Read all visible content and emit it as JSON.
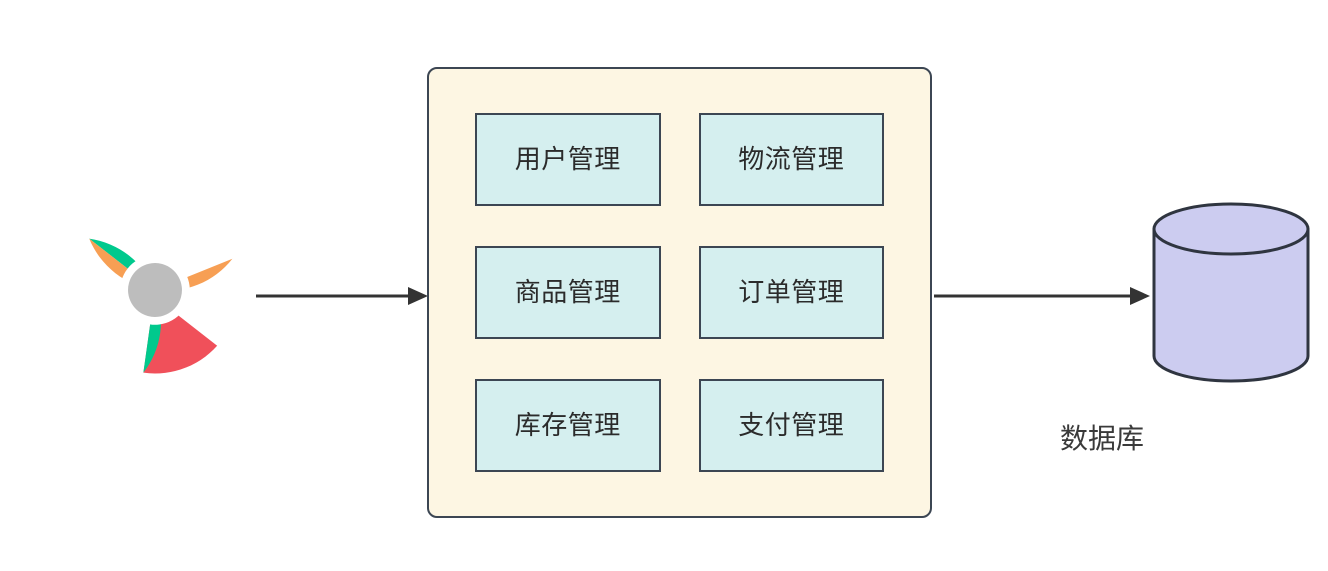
{
  "diagram": {
    "type": "system-architecture-flow",
    "background_color": "#ffffff",
    "flow_direction": "left-to-right",
    "browser": {
      "icon": "chrome-browser-logo",
      "colors": {
        "red": "#f0505a",
        "green": "#00c98d",
        "orange": "#f79f54",
        "center_gray": "#bdbdbd",
        "gap": "#ffffff"
      }
    },
    "arrows": [
      {
        "name": "browser-to-application",
        "direction": "right",
        "color": "#333333"
      },
      {
        "name": "application-to-database",
        "direction": "right",
        "color": "#333333"
      }
    ],
    "application": {
      "name": "application-module-container",
      "fill_color": "#fdf6e3",
      "border_color": "#3c4653",
      "module_fill_color": "#d5efef",
      "module_border_color": "#3c4653",
      "columns": 2,
      "rows": 3,
      "modules": [
        {
          "id": "user-management",
          "label": "用户管理"
        },
        {
          "id": "logistics-management",
          "label": "物流管理"
        },
        {
          "id": "product-management",
          "label": "商品管理"
        },
        {
          "id": "order-management",
          "label": "订单管理"
        },
        {
          "id": "inventory-management",
          "label": "库存管理"
        },
        {
          "id": "payment-management",
          "label": "支付管理"
        }
      ]
    },
    "database": {
      "name": "database-cylinder",
      "label": "数据库",
      "fill_color": "#ccccf0",
      "border_color": "#2f3540"
    }
  }
}
